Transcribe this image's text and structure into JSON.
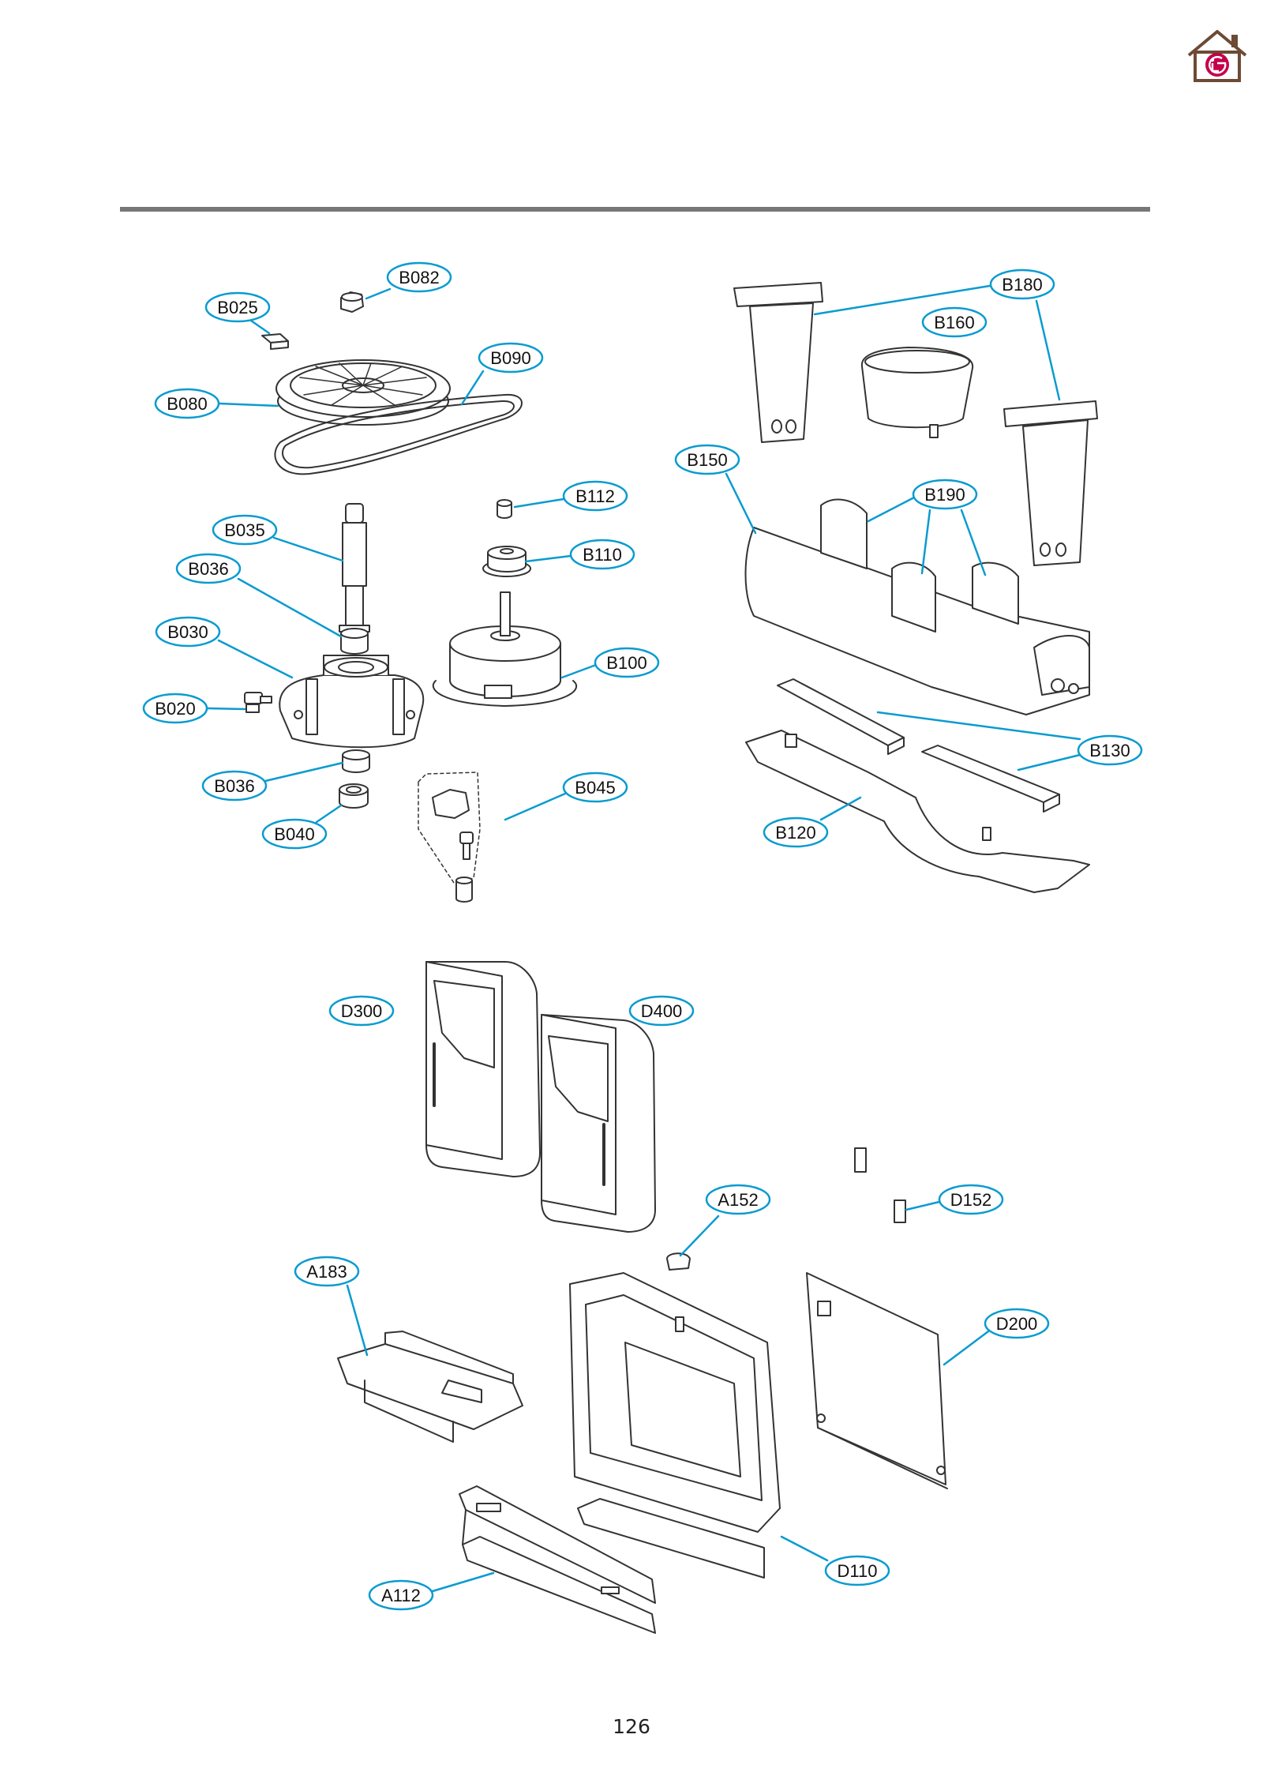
{
  "page_number": "126",
  "logo": {
    "icon": "lg-home-icon",
    "text": "LG",
    "brand_color": "#c5004a"
  },
  "colors": {
    "leader": "#0a9bd0",
    "rule": "#777777",
    "callout_border": "#0a9bd0"
  },
  "callouts": [
    {
      "id": "B025",
      "label": "B025"
    },
    {
      "id": "B082",
      "label": "B082"
    },
    {
      "id": "B090",
      "label": "B090"
    },
    {
      "id": "B080",
      "label": "B080"
    },
    {
      "id": "B035",
      "label": "B035"
    },
    {
      "id": "B036a",
      "label": "B036"
    },
    {
      "id": "B030",
      "label": "B030"
    },
    {
      "id": "B020",
      "label": "B020"
    },
    {
      "id": "B036b",
      "label": "B036"
    },
    {
      "id": "B040",
      "label": "B040"
    },
    {
      "id": "B112",
      "label": "B112"
    },
    {
      "id": "B110",
      "label": "B110"
    },
    {
      "id": "B100",
      "label": "B100"
    },
    {
      "id": "B045",
      "label": "B045"
    },
    {
      "id": "B180",
      "label": "B180"
    },
    {
      "id": "B160",
      "label": "B160"
    },
    {
      "id": "B150",
      "label": "B150"
    },
    {
      "id": "B190",
      "label": "B190"
    },
    {
      "id": "B130",
      "label": "B130"
    },
    {
      "id": "B120",
      "label": "B120"
    },
    {
      "id": "D300",
      "label": "D300"
    },
    {
      "id": "D400",
      "label": "D400"
    },
    {
      "id": "A152",
      "label": "A152"
    },
    {
      "id": "D152",
      "label": "D152"
    },
    {
      "id": "A183",
      "label": "A183"
    },
    {
      "id": "D200",
      "label": "D200"
    },
    {
      "id": "D110",
      "label": "D110"
    },
    {
      "id": "A112",
      "label": "A112"
    }
  ]
}
